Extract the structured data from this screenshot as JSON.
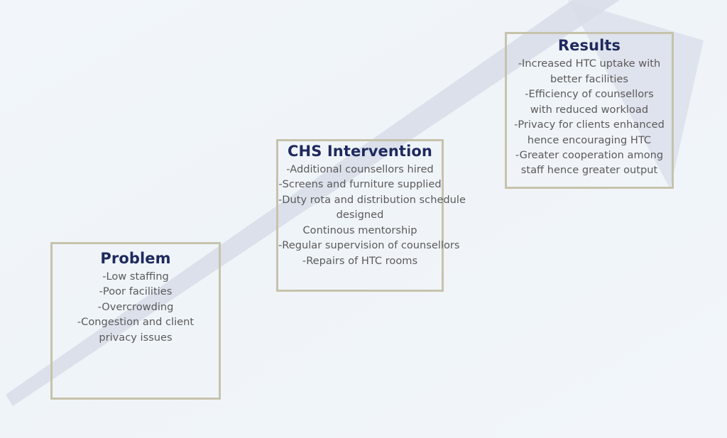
{
  "diagram": {
    "type": "process-flow",
    "title_internal": "CHS Intervention Process Flow",
    "background_color": "#f1f5f9",
    "border_color": "#c6c3ab",
    "title_color": "#1e2a5e",
    "body_text_color": "#5a5a5a",
    "arrow_color": "#d9dee8",
    "arrow_direction": "bottom-left to top-right ascending",
    "stages": [
      {
        "id": "problem",
        "title": "Problem",
        "lines": [
          "-Low staffing",
          "-Poor facilities",
          "-Overcrowding",
          "-Congestion and client",
          "privacy issues"
        ]
      },
      {
        "id": "intervention",
        "title": "CHS Intervention",
        "lines": [
          "-Additional counsellors hired",
          "-Screens and furniture supplied",
          "-Duty rota and distribution schedule",
          "designed",
          "Continous mentorship",
          "-Regular supervision of counsellors",
          "-Repairs of HTC rooms"
        ]
      },
      {
        "id": "results",
        "title": "Results",
        "lines": [
          "-Increased HTC uptake with",
          "better facilities",
          "-Efficiency of counsellors",
          "with reduced workload",
          "-Privacy for clients enhanced",
          "hence encouraging HTC",
          "-Greater cooperation among",
          "staff hence greater output"
        ]
      }
    ]
  }
}
